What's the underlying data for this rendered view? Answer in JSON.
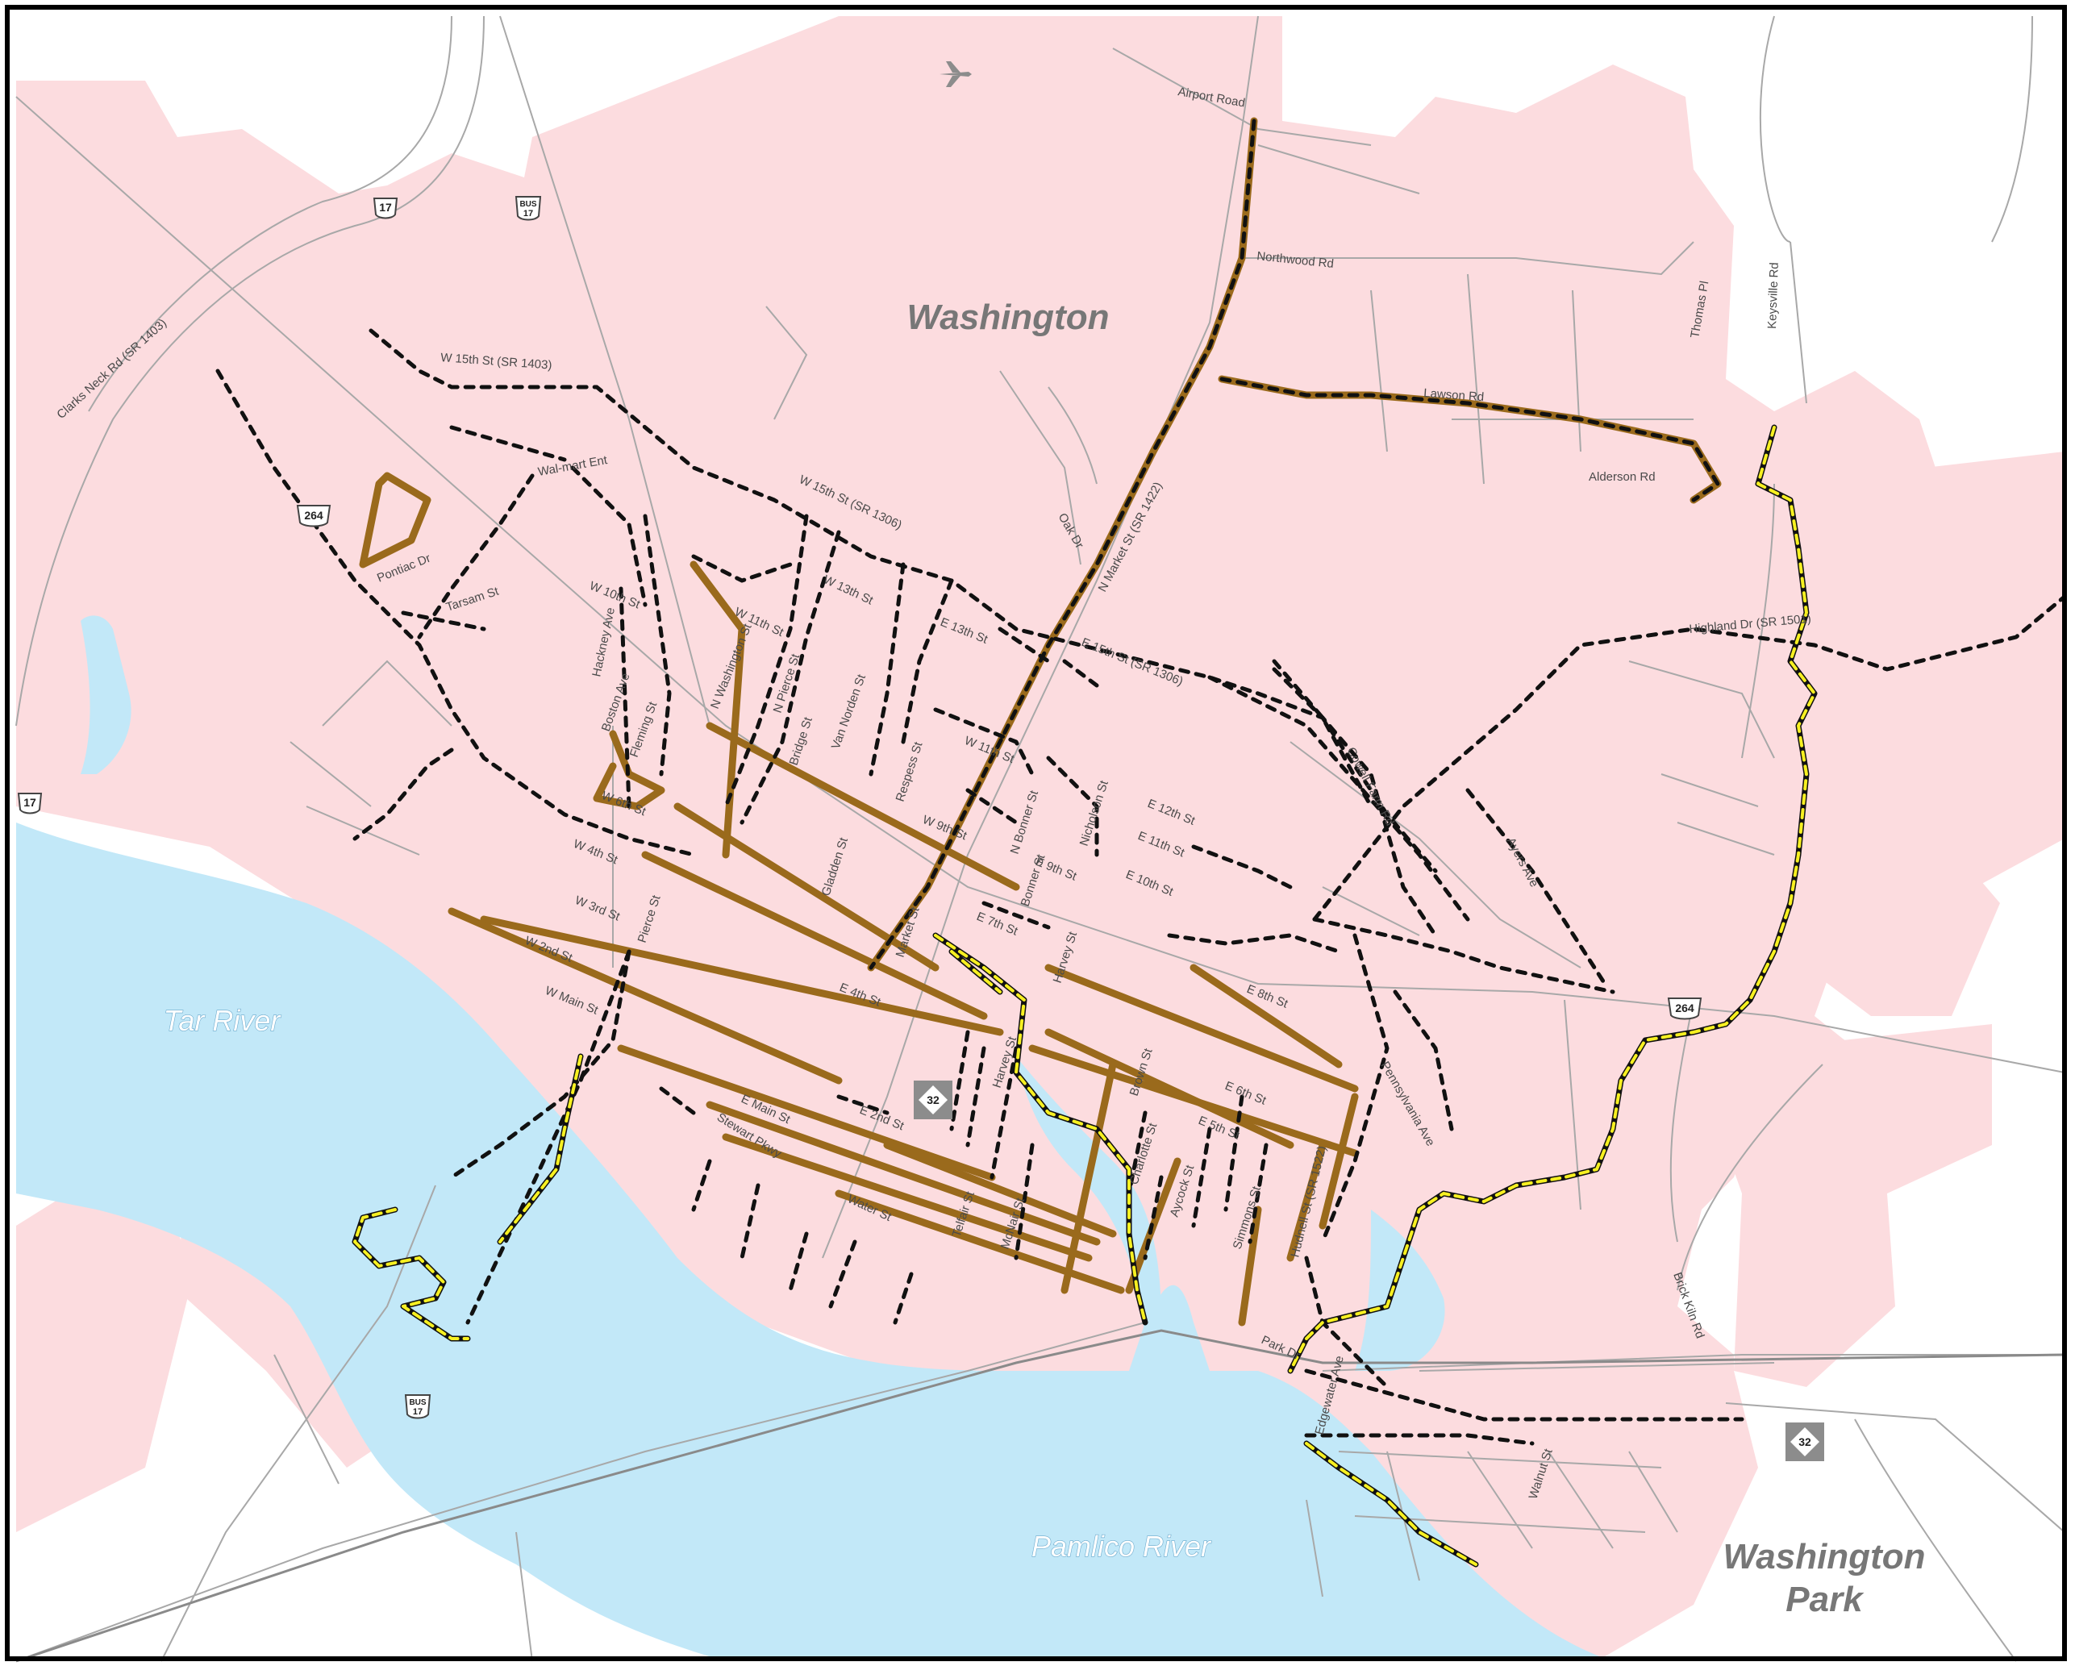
{
  "map": {
    "places": {
      "city": "Washington",
      "park_line1": "Washington",
      "park_line2": "Park"
    },
    "water": {
      "tar_river": "Tar River",
      "pamlico_river": "Pamlico River"
    },
    "routes": {
      "us17": "17",
      "us17_bus": "BUS\n17",
      "us264": "264",
      "nc32": "32",
      "bus_label": "BUS"
    },
    "streets": [
      "Airport Road",
      "Northwood Rd",
      "Lawson Rd",
      "Alderson Rd",
      "Thomas Pl",
      "Keysville Rd",
      "W 15th St (SR 1403)",
      "Clarks Neck Rd (SR 1403)",
      "Wal-mart Ent",
      "Pontiac Dr",
      "Tarsam St",
      "W 10th St",
      "Hackney Ave",
      "Boston Ave",
      "Fleming St",
      "W 6th St",
      "W 4th St",
      "W 3rd St",
      "W 2nd St",
      "W Main St",
      "Stewart Pkwy",
      "E Main St",
      "Water St",
      "W 15th St (SR 1306)",
      "W 13th St",
      "W 11th St",
      "N Washington St",
      "N Pierce St",
      "Bridge St",
      "Van Norden St",
      "Respess St",
      "N Market St (SR 1422)",
      "Oak Dr",
      "E 15th St (SR 1306)",
      "E 13th St",
      "W 11th St",
      "W 9th St",
      "N Bonner St",
      "E 9th St",
      "Nicholson St",
      "E 12th St",
      "E 11th St",
      "E 10th St",
      "Cowell Farm Rd",
      "Highland Dr (SR 1501)",
      "Ayers Ave",
      "Gladden St",
      "Market St",
      "Harvey St",
      "E 4th St",
      "E 2nd St",
      "E 7th St",
      "E 8th St",
      "Brown St",
      "E 6th St",
      "E 5th St",
      "Charlotte St",
      "Aycock St",
      "Simmons St",
      "Hudnell St (SR 1522)",
      "Pennsylvania Ave",
      "Park Dr",
      "Edgewater Ave",
      "Walnut St",
      "Brick Kiln Rd",
      "Pierce St",
      "Bonner St",
      "McNair St",
      "Telfair St",
      "Harvey St"
    ]
  },
  "colors": {
    "city_fill": "#fcdcdf",
    "water": "#c2e8f8",
    "road_gray": "#a8a8a8",
    "route_brown": "#9a6a1c",
    "route_dash": "#111111",
    "route_yellow": "#f7f021",
    "frame": "#000000"
  }
}
